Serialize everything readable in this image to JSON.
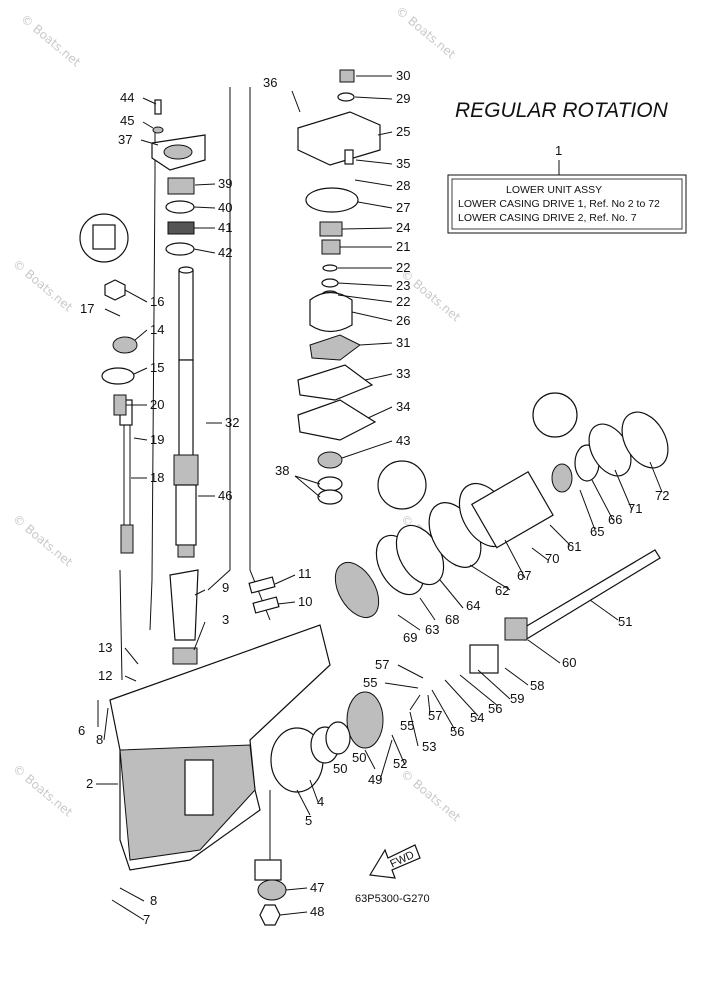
{
  "title": "REGULAR ROTATION",
  "watermark": "© Boats.net",
  "diagram_code": "63P5300-G270",
  "fwd_label": "FWD",
  "info_box": {
    "ref_number": "1",
    "line1": "LOWER UNIT ASSY",
    "line2": "LOWER CASING DRIVE 1, Ref. No 2 to 72",
    "line3": "LOWER CASING DRIVE 2, Ref. No. 7"
  },
  "callouts": {
    "c2": "2",
    "c3": "3",
    "c4": "4",
    "c5": "5",
    "c6": "6",
    "c7": "7",
    "c8a": "8",
    "c8b": "8",
    "c9": "9",
    "c10": "10",
    "c11": "11",
    "c12": "12",
    "c13": "13",
    "c14": "14",
    "c15": "15",
    "c16": "16",
    "c17": "17",
    "c18": "18",
    "c19": "19",
    "c20": "20",
    "c21": "21",
    "c22a": "22",
    "c22b": "22",
    "c23": "23",
    "c24": "24",
    "c25": "25",
    "c26": "26",
    "c27": "27",
    "c28": "28",
    "c29": "29",
    "c30": "30",
    "c31": "31",
    "c32": "32",
    "c33": "33",
    "c34": "34",
    "c35": "35",
    "c36": "36",
    "c37": "37",
    "c38": "38",
    "c39": "39",
    "c40": "40",
    "c41": "41",
    "c42": "42",
    "c43": "43",
    "c44": "44",
    "c45": "45",
    "c46": "46",
    "c47": "47",
    "c48": "48",
    "c49": "49",
    "c50a": "50",
    "c50b": "50",
    "c51": "51",
    "c52": "52",
    "c53": "53",
    "c54": "54",
    "c55a": "55",
    "c55b": "55",
    "c56a": "56",
    "c56b": "56",
    "c57a": "57",
    "c57b": "57",
    "c58": "58",
    "c59": "59",
    "c60": "60",
    "c61": "61",
    "c62": "62",
    "c63": "63",
    "c64": "64",
    "c65": "65",
    "c66": "66",
    "c67": "67",
    "c68": "68",
    "c69": "69",
    "c70": "70",
    "c71": "71",
    "c72": "72"
  }
}
